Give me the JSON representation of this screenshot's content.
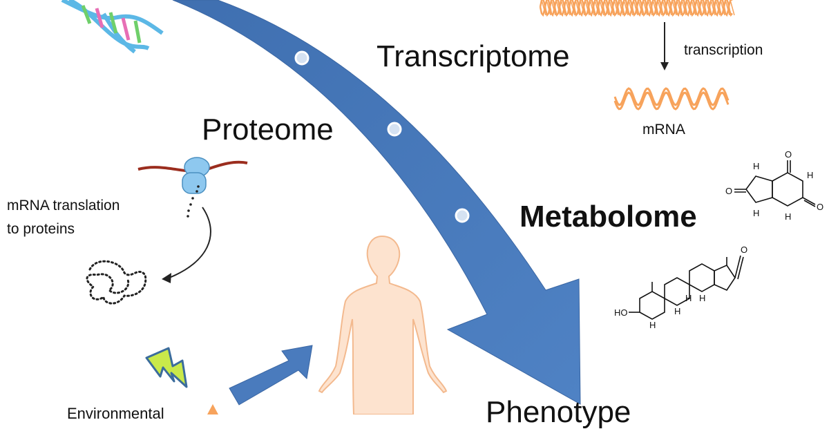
{
  "labels": {
    "transcriptome": "Transcriptome",
    "transcription": "transcription",
    "mrna": "mRNA",
    "proteome": "Proteome",
    "translation_line1": "mRNA translation",
    "translation_line2": "to proteins",
    "metabolome": "Metabolome",
    "phenotype": "Phenotype",
    "environmental": "Environmental"
  },
  "chem": {
    "h": "H",
    "o": "O",
    "ho": "HO"
  },
  "colors": {
    "main_arrow": "#4a7bbd",
    "dna_blue": "#5cb8e6",
    "mrna_orange": "#f7a35c",
    "body_skin": "#fde3cf",
    "ribosome": "#8ec8ef",
    "mrna_strand": "#9b2d1e",
    "lightning": "#c9e94a"
  },
  "icons": [
    "dna-helix-icon",
    "ribosome-icon",
    "protein-chain-icon",
    "human-body-icon",
    "lightning-icon",
    "hazard-triangle-icon",
    "uric-acid-molecule-icon",
    "steroid-molecule-icon"
  ]
}
